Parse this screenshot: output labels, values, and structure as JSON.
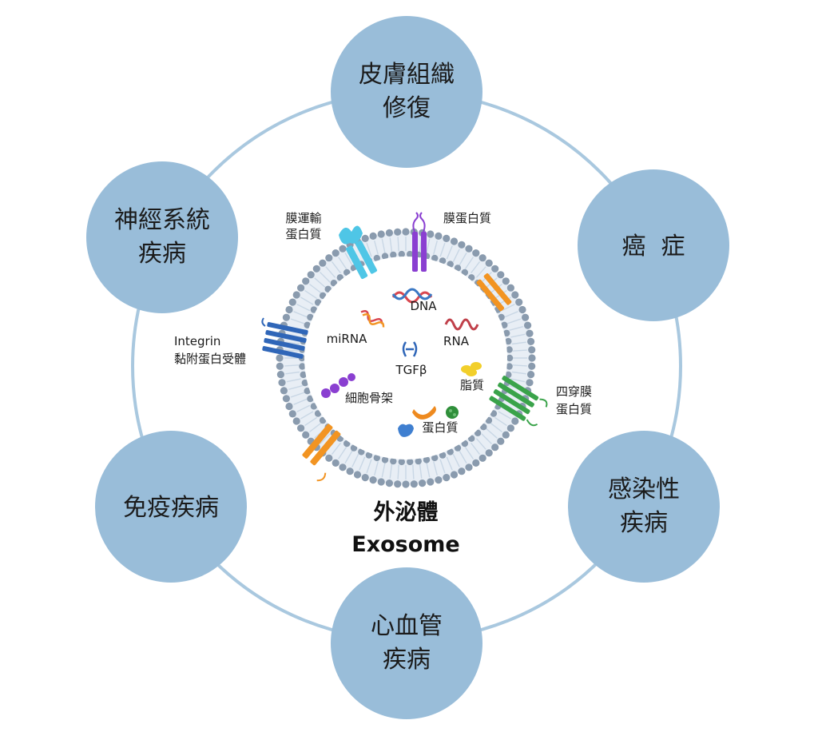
{
  "diagram": {
    "title": {
      "line1": "外泌體",
      "line2": "Exosome"
    },
    "nodes": [
      {
        "id": "skin",
        "lines": [
          "皮膚組織",
          "修復"
        ]
      },
      {
        "id": "cancer",
        "lines": [
          "癌  症"
        ]
      },
      {
        "id": "infection",
        "lines": [
          "感染性",
          "疾病"
        ]
      },
      {
        "id": "cardio",
        "lines": [
          "心血管",
          "疾病"
        ]
      },
      {
        "id": "immune",
        "lines": [
          "免疫疾病"
        ]
      },
      {
        "id": "neuro",
        "lines": [
          "神經系統",
          "疾病"
        ]
      }
    ],
    "components": {
      "transport_protein": [
        "膜運輸",
        "蛋白質"
      ],
      "membrane_protein": [
        "膜蛋白質"
      ],
      "integrin": [
        "Integrin",
        "黏附蛋白受體"
      ],
      "tetraspanin": [
        "四穿膜",
        "蛋白質"
      ],
      "dna": "DNA",
      "mirna": "miRNA",
      "rna": "RNA",
      "tgfb": "TGFβ",
      "lipid": "脂質",
      "cytoskeleton": "細胞骨架",
      "protein": "蛋白質"
    },
    "colors": {
      "node_fill": "#99bdd9",
      "ring": "#a9c8df",
      "membrane_dot": "#8a9bae",
      "membrane_tail": "#c9d7e5",
      "lumen": "#ffffff",
      "transport": "#4fc6e6",
      "membrane_purple": "#8a3fd1",
      "integrin_blue": "#2f66b8",
      "tetraspanin_green": "#3aa34a",
      "orange": "#f29422",
      "cytoskeleton_purple": "#8a3fd1",
      "lipid_yellow": "#f2cf2a",
      "protein_blue": "#3f7fd0",
      "protein_orange": "#ee8a1f",
      "protein_green": "#2f8f3a",
      "dna_red": "#d9474f",
      "dna_blue": "#3b78c4",
      "tgfb_blue": "#2f66b8"
    }
  }
}
